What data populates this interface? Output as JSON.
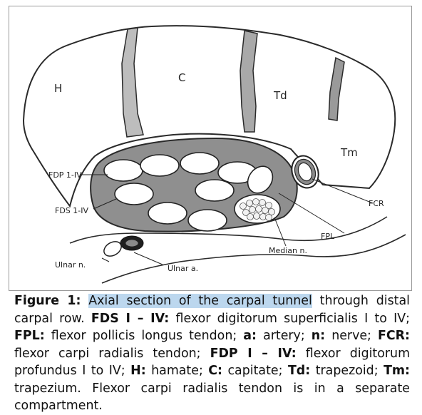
{
  "figure": {
    "labels": {
      "H": "H",
      "C": "C",
      "Td": "Td",
      "Tm": "Tm",
      "FDP": "FDP 1-IV",
      "FDS": "FDS 1-IV",
      "FCR": "FCR",
      "FPL": "FPL",
      "median": "Median n.",
      "ulnar_nerve": "Ulnar n.",
      "ulnar_artery": "Ulnar a."
    }
  },
  "caption": {
    "prefix": "Figure 1:",
    "highlight": "Axial section of the carpal tunnel",
    "seg1": " through distal carpal row. ",
    "k1": "FDS I – IV:",
    "t1": " flexor digitorum superficialis I to IV; ",
    "k2": "FPL:",
    "t2": " flexor pollicis longus tendon; ",
    "k3": "a:",
    "t3": " artery; ",
    "k4": "n:",
    "t4": " nerve; ",
    "k5": "FCR:",
    "t5": " flexor carpi radialis tendon; ",
    "k6": "FDP I – IV:",
    "t6": " flexor digitorum profundus I to IV; ",
    "k7": "H:",
    "t7": " hamate; ",
    "k8": "C:",
    "t8": " capitate; ",
    "k9": "Td:",
    "t9": " trapezoid; ",
    "k10": "Tm:",
    "t10": " trapezium. Flexor carpi radialis tendon is in a separate compartment."
  }
}
